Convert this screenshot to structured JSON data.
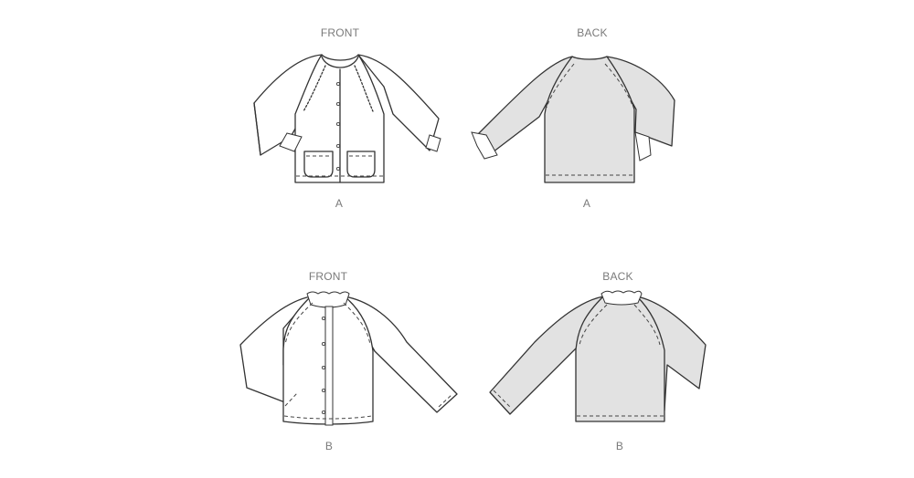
{
  "views": [
    {
      "id": "A-front",
      "heading": "FRONT",
      "variant": "A"
    },
    {
      "id": "A-back",
      "heading": "BACK",
      "variant": "A"
    },
    {
      "id": "B-front",
      "heading": "FRONT",
      "variant": "B"
    },
    {
      "id": "B-back",
      "heading": "BACK",
      "variant": "B"
    }
  ],
  "colors": {
    "line": "#333333",
    "back_fill": "#e2e2e2",
    "front_fill": "#ffffff",
    "label": "#7a7a7a"
  }
}
